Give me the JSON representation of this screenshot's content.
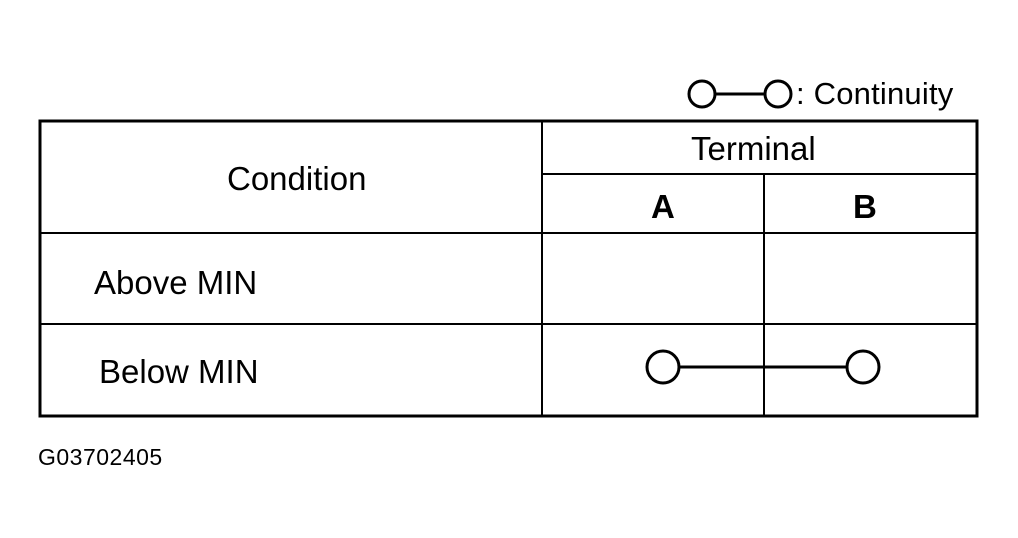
{
  "legend": {
    "symbol": "continuity-symbol",
    "label": ": Continuity"
  },
  "table": {
    "header": {
      "condition": "Condition",
      "terminal": "Terminal",
      "columns": [
        "A",
        "B"
      ]
    },
    "rows": [
      {
        "condition": "Above MIN",
        "continuity": []
      },
      {
        "condition": "Below MIN",
        "continuity": [
          "A",
          "B"
        ]
      }
    ]
  },
  "figure_code": "G03702405"
}
